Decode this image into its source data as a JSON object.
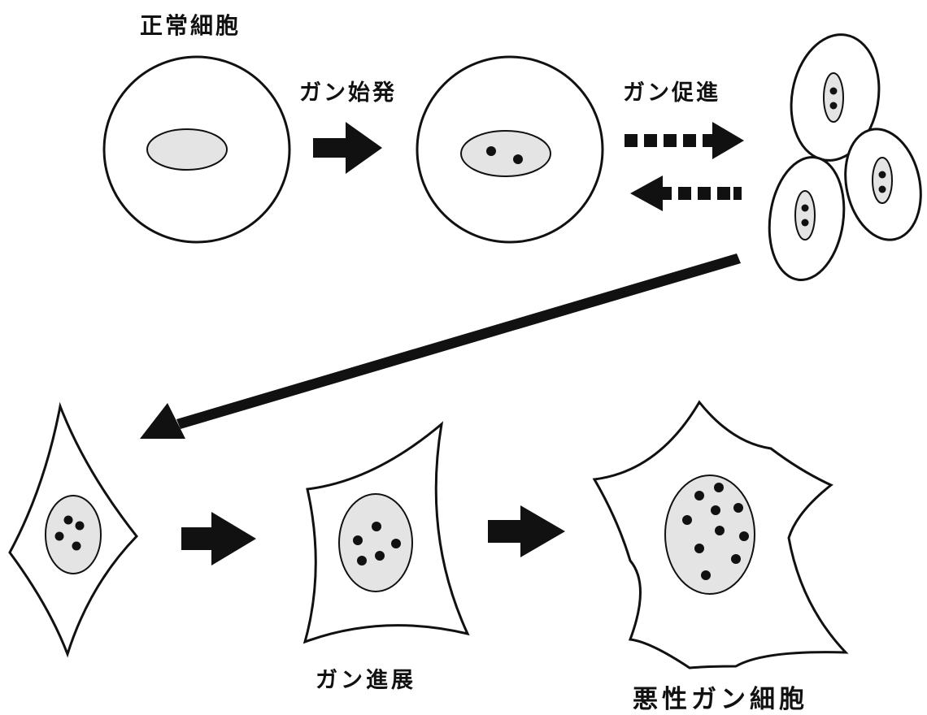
{
  "labels": {
    "normal_cell": "正常細胞",
    "initiation": "ガン始発",
    "promotion": "ガン促進",
    "progression": "ガン進展",
    "malignant_cell": "悪性ガン細胞"
  },
  "colors": {
    "line": "#111111",
    "nucleus_fill": "#e4e4e4",
    "background": "#ffffff"
  }
}
